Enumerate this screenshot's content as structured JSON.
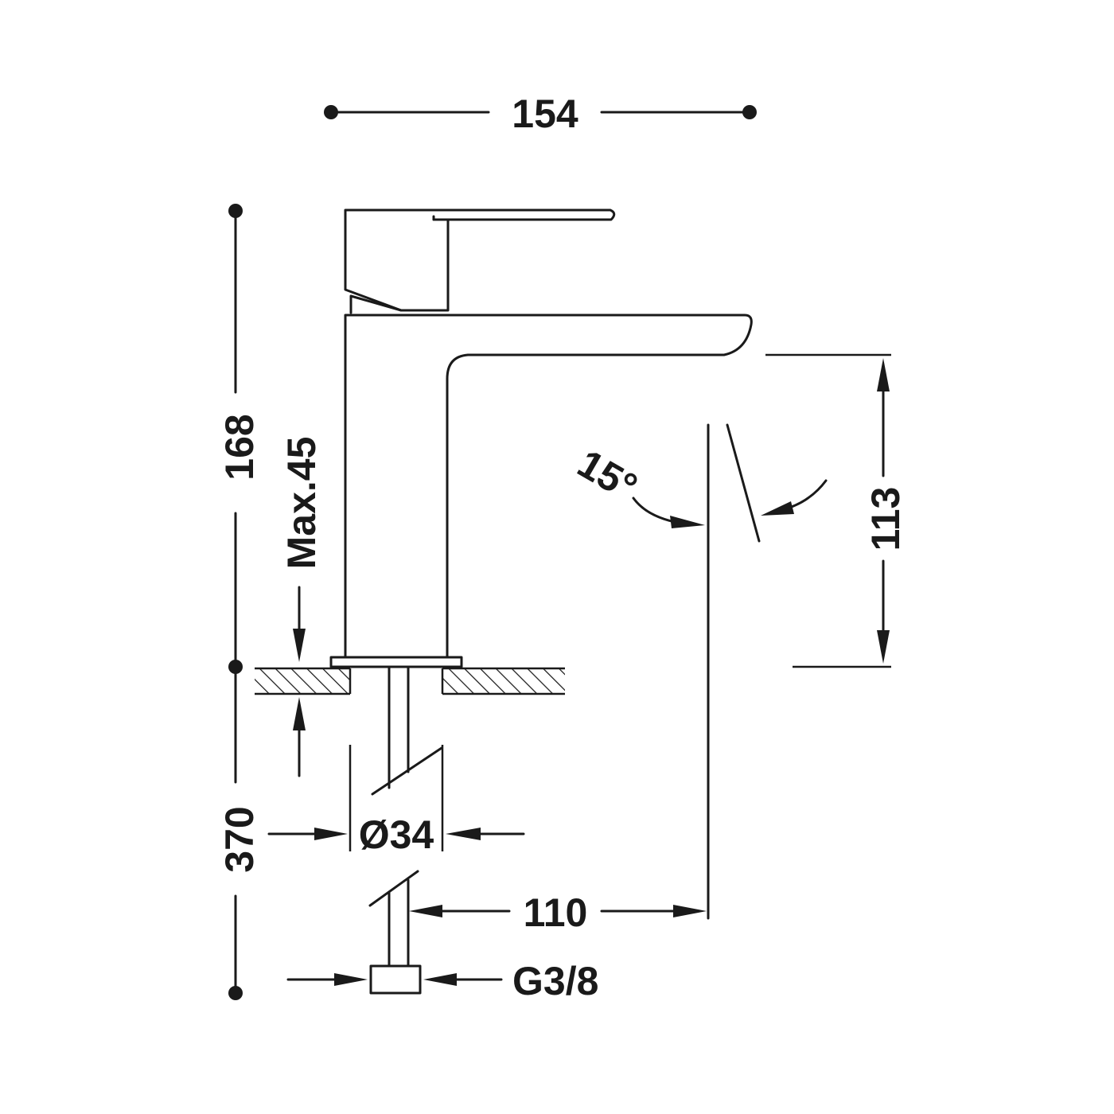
{
  "dimensions": {
    "overall_width": "154",
    "overall_height": "168",
    "below_counter": "370",
    "max_counter_thickness": "Max.45",
    "spout_height": "113",
    "tilt_angle": "15°",
    "hole_diameter": "Ø34",
    "spout_reach": "110",
    "connection_thread": "G3/8"
  },
  "colors": {
    "line": "#1a1a1a",
    "background": "#ffffff"
  }
}
